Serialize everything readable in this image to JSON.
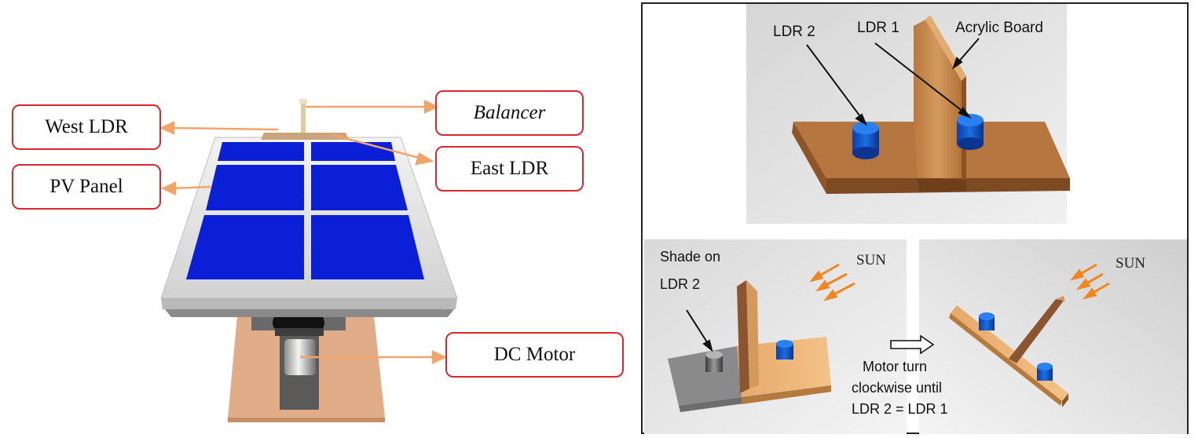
{
  "left_diagram": {
    "callouts": {
      "west_ldr": "West LDR",
      "pv_panel": "PV Panel",
      "balancer": "Balancer",
      "east_ldr": "East LDR",
      "dc_motor": "DC Motor"
    }
  },
  "right_diagram": {
    "top_panel": {
      "ldr2": "LDR 2",
      "ldr1": "LDR 1",
      "acrylic_board": "Acrylic Board"
    },
    "bottom_left_panel": {
      "shade_line1": "Shade on",
      "shade_line2": "LDR 2",
      "sun": "SUN"
    },
    "bottom_right_panel": {
      "sun": "SUN"
    },
    "motor_caption": {
      "line1": "Motor turn",
      "line2": "clockwise until",
      "line3": "LDR 2 = LDR 1"
    }
  },
  "colors": {
    "callout_border": "#d9272e",
    "arrow": "#f2a56b",
    "pv_cell": "#0a1fd6",
    "wood": "#c98a4e",
    "ldr_sensor": "#1560d0"
  }
}
